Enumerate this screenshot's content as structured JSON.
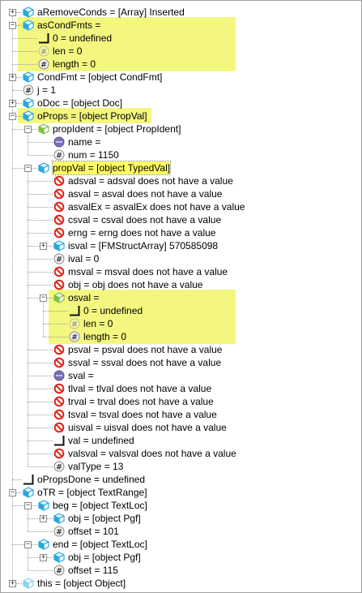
{
  "accent": {
    "highlight": "#f4f77f",
    "selection": "#ffff66",
    "cube": "#29a8e0",
    "cube_green": "#7fc23e",
    "prohibited": "#e0241b"
  },
  "tree": [
    {
      "depth": 0,
      "exp": "plus",
      "icon": "cube",
      "label": "aRemoveConds = [Array] Inserted",
      "hl": false
    },
    {
      "depth": 0,
      "exp": "minus",
      "icon": "cube",
      "label": "asCondFmts =",
      "hl": true
    },
    {
      "depth": 1,
      "exp": "",
      "icon": "undef",
      "label": "0 = undefined",
      "hl": true
    },
    {
      "depth": 1,
      "exp": "",
      "icon": "hash-faded",
      "label": "len = 0",
      "hl": true
    },
    {
      "depth": 1,
      "exp": "",
      "icon": "hash",
      "label": "length = 0",
      "hl": true
    },
    {
      "depth": 0,
      "exp": "plus",
      "icon": "cube",
      "label": "CondFmt = [object CondFmt]",
      "hl": false
    },
    {
      "depth": 0,
      "exp": "",
      "icon": "hash",
      "label": "j = 1",
      "hl": false
    },
    {
      "depth": 0,
      "exp": "plus",
      "icon": "cube",
      "label": "oDoc = [object Doc]",
      "hl": false
    },
    {
      "depth": 0,
      "exp": "minus",
      "icon": "cube",
      "label": "oProps = [object PropVal]",
      "hl": true
    },
    {
      "depth": 1,
      "exp": "minus",
      "icon": "cube-green",
      "label": "propIdent = [object PropIdent]",
      "hl": false
    },
    {
      "depth": 2,
      "exp": "",
      "icon": "dots",
      "label": "name =",
      "hl": false
    },
    {
      "depth": 2,
      "exp": "",
      "icon": "hash",
      "label": "num = 1150",
      "hl": false
    },
    {
      "depth": 1,
      "exp": "minus",
      "icon": "cube",
      "label": "propVal = [object TypedVal]",
      "hl": false,
      "sel": true
    },
    {
      "depth": 2,
      "exp": "",
      "icon": "no",
      "label": "adsval = adsval does not have a value",
      "hl": false
    },
    {
      "depth": 2,
      "exp": "",
      "icon": "no",
      "label": "asval = asval does not have a value",
      "hl": false
    },
    {
      "depth": 2,
      "exp": "",
      "icon": "no",
      "label": "asvalEx = asvalEx does not have a value",
      "hl": false
    },
    {
      "depth": 2,
      "exp": "",
      "icon": "no",
      "label": "csval = csval does not have a value",
      "hl": false
    },
    {
      "depth": 2,
      "exp": "",
      "icon": "no",
      "label": "erng = erng does not have a value",
      "hl": false
    },
    {
      "depth": 2,
      "exp": "plus",
      "icon": "cube",
      "label": "isval = [FMStructArray] 570585098",
      "hl": false
    },
    {
      "depth": 2,
      "exp": "",
      "icon": "hash",
      "label": "ival = 0",
      "hl": false
    },
    {
      "depth": 2,
      "exp": "",
      "icon": "no",
      "label": "msval = msval does not have a value",
      "hl": false
    },
    {
      "depth": 2,
      "exp": "",
      "icon": "no",
      "label": "obj = obj does not have a value",
      "hl": false
    },
    {
      "depth": 2,
      "exp": "minus",
      "icon": "cube-green",
      "label": "osval =",
      "hl": true
    },
    {
      "depth": 3,
      "exp": "",
      "icon": "undef",
      "label": "0 = undefined",
      "hl": true
    },
    {
      "depth": 3,
      "exp": "",
      "icon": "hash-faded",
      "label": "len = 0",
      "hl": true
    },
    {
      "depth": 3,
      "exp": "",
      "icon": "hash",
      "label": "length = 0",
      "hl": true
    },
    {
      "depth": 2,
      "exp": "",
      "icon": "no",
      "label": "psval = psval does not have a value",
      "hl": false
    },
    {
      "depth": 2,
      "exp": "",
      "icon": "no",
      "label": "ssval = ssval does not have a value",
      "hl": false
    },
    {
      "depth": 2,
      "exp": "",
      "icon": "dots",
      "label": "sval =",
      "hl": false
    },
    {
      "depth": 2,
      "exp": "",
      "icon": "no",
      "label": "tlval = tlval does not have a value",
      "hl": false
    },
    {
      "depth": 2,
      "exp": "",
      "icon": "no",
      "label": "trval = trval does not have a value",
      "hl": false
    },
    {
      "depth": 2,
      "exp": "",
      "icon": "no",
      "label": "tsval = tsval does not have a value",
      "hl": false
    },
    {
      "depth": 2,
      "exp": "",
      "icon": "no",
      "label": "uisval = uisval does not have a value",
      "hl": false
    },
    {
      "depth": 2,
      "exp": "",
      "icon": "undef",
      "label": "val = undefined",
      "hl": false
    },
    {
      "depth": 2,
      "exp": "",
      "icon": "no",
      "label": "valsval = valsval does not have a value",
      "hl": false
    },
    {
      "depth": 2,
      "exp": "",
      "icon": "hash",
      "label": "valType = 13",
      "hl": false
    },
    {
      "depth": 0,
      "exp": "",
      "icon": "undef",
      "label": "oPropsDone = undefined",
      "hl": false
    },
    {
      "depth": 0,
      "exp": "minus",
      "icon": "cube",
      "label": "oTR = [object TextRange]",
      "hl": false
    },
    {
      "depth": 1,
      "exp": "minus",
      "icon": "cube",
      "label": "beg = [object TextLoc]",
      "hl": false
    },
    {
      "depth": 2,
      "exp": "plus",
      "icon": "cube",
      "label": "obj = [object Pgf]",
      "hl": false
    },
    {
      "depth": 2,
      "exp": "",
      "icon": "hash",
      "label": "offset = 101",
      "hl": false
    },
    {
      "depth": 1,
      "exp": "minus",
      "icon": "cube",
      "label": "end = [object TextLoc]",
      "hl": false
    },
    {
      "depth": 2,
      "exp": "plus",
      "icon": "cube",
      "label": "obj = [object Pgf]",
      "hl": false
    },
    {
      "depth": 2,
      "exp": "",
      "icon": "hash",
      "label": "offset = 115",
      "hl": false
    },
    {
      "depth": 0,
      "exp": "plus",
      "icon": "cube-faded",
      "label": "this = [object Object]",
      "hl": false
    }
  ]
}
